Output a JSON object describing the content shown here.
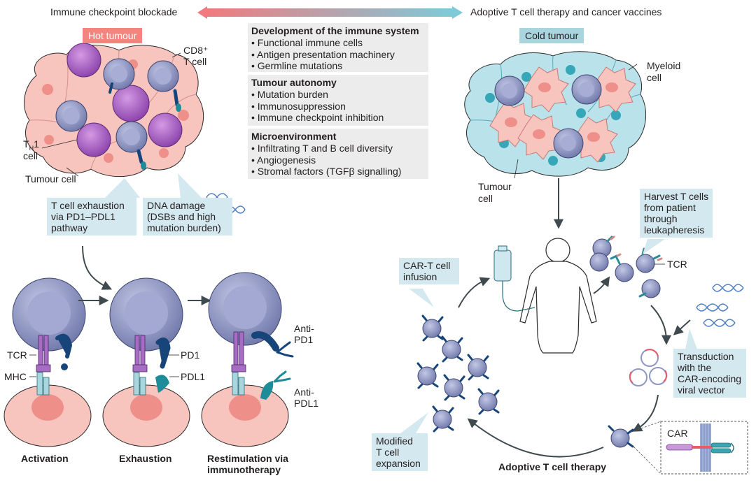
{
  "header": {
    "left_label": "Immune checkpoint blockade",
    "right_label": "Adoptive T cell therapy and cancer vaccines"
  },
  "hot_tumour": {
    "tag": "Hot tumour",
    "cd8_label_line1": "CD8⁺",
    "cd8_label_line2": "T cell",
    "th1_label_line1": "T",
    "th1_label_sub": "H",
    "th1_label_suffix": "1",
    "th1_label_line2": "cell",
    "tumour_cell_label": "Tumour cell",
    "callout_exhaustion": [
      "T cell exhaustion",
      "via PD1–PDL1",
      "pathway"
    ],
    "callout_dna": [
      "DNA damage",
      "(DSBs and high",
      "mutation burden)"
    ]
  },
  "factors": {
    "sections": [
      {
        "title": "Development of the immune system",
        "items": [
          "• Functional immune cells",
          "• Antigen presentation machinery",
          "• Germline mutations"
        ]
      },
      {
        "title": "Tumour autonomy",
        "items": [
          "• Mutation burden",
          "• Immunosuppression",
          "• Immune checkpoint inhibition"
        ]
      },
      {
        "title": "Microenvironment",
        "items": [
          "• Infiltrating T and B cell diversity",
          "• Angiogenesis",
          "• Stromal factors (TGFβ signalling)"
        ]
      }
    ]
  },
  "checkpoint": {
    "tcr_label": "TCR",
    "mhc_label": "MHC",
    "pd1_label": "PD1",
    "pdl1_label": "PDL1",
    "anti_pd1": [
      "Anti-",
      "PD1"
    ],
    "anti_pdl1": [
      "Anti-",
      "PDL1"
    ],
    "stage_activation": "Activation",
    "stage_exhaustion": "Exhaustion",
    "stage_restimulation": [
      "Restimulation via",
      "immunotherapy"
    ]
  },
  "cold_tumour": {
    "tag": "Cold tumour",
    "myeloid_label": [
      "Myeloid",
      "cell"
    ],
    "tumour_cell_label": [
      "Tumour",
      "cell"
    ]
  },
  "adoptive": {
    "harvest_callout": [
      "Harvest T cells",
      "from patient",
      "through",
      "leukapheresis"
    ],
    "tcr_label": "TCR",
    "car_t_callout": [
      "CAR-T cell",
      "infusion"
    ],
    "transduction_callout": [
      "Transduction",
      "with the",
      "CAR-encoding",
      "viral vector"
    ],
    "expansion_callout": [
      "Modified",
      "T cell",
      "expansion"
    ],
    "car_label": "CAR",
    "cycle_title": "Adoptive T cell therapy"
  },
  "colors": {
    "hot_tag": "#f4847e",
    "cold_tag": "#a9d5df",
    "callout_bg": "#d4e9ef",
    "tcell": "#8f97c4",
    "th1": "#a96cc4",
    "tumour_pink": "#f7c4be",
    "cold_cell": "#b9e2ea",
    "pd1_navy": "#17457a",
    "pdl1_teal": "#1c8c99"
  }
}
